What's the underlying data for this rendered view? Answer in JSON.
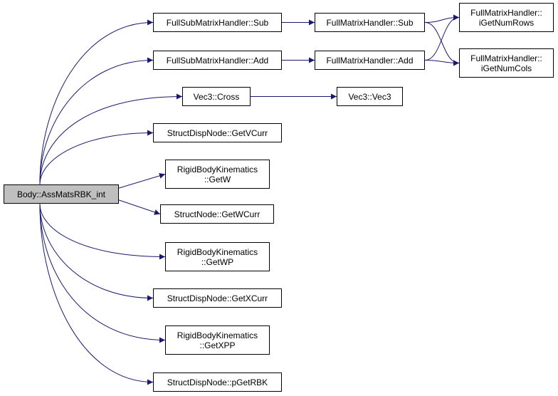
{
  "colors": {
    "edge": "#191970",
    "root_fill": "#bfbfbf",
    "node_fill": "#ffffff",
    "border": "#000000"
  },
  "nodes": {
    "root": {
      "lines": [
        "Body::AssMatsRBK_int"
      ]
    },
    "fsub_sub": {
      "lines": [
        "FullSubMatrixHandler::Sub"
      ]
    },
    "fsub_add": {
      "lines": [
        "FullSubMatrixHandler::Add"
      ]
    },
    "vec3_cross": {
      "lines": [
        "Vec3::Cross"
      ]
    },
    "getvcurr": {
      "lines": [
        "StructDispNode::GetVCurr"
      ]
    },
    "rbk_getw": {
      "lines": [
        "RigidBodyKinematics",
        "::GetW"
      ]
    },
    "getwcurr": {
      "lines": [
        "StructNode::GetWCurr"
      ]
    },
    "rbk_getwp": {
      "lines": [
        "RigidBodyKinematics",
        "::GetWP"
      ]
    },
    "getxcurr": {
      "lines": [
        "StructDispNode::GetXCurr"
      ]
    },
    "rbk_getxpp": {
      "lines": [
        "RigidBodyKinematics",
        "::GetXPP"
      ]
    },
    "pgetrbk": {
      "lines": [
        "StructDispNode::pGetRBK"
      ]
    },
    "fm_sub": {
      "lines": [
        "FullMatrixHandler::Sub"
      ]
    },
    "fm_add": {
      "lines": [
        "FullMatrixHandler::Add"
      ]
    },
    "vec3_vec3": {
      "lines": [
        "Vec3::Vec3"
      ]
    },
    "fm_rows": {
      "lines": [
        "FullMatrixHandler::",
        "iGetNumRows"
      ]
    },
    "fm_cols": {
      "lines": [
        "FullMatrixHandler::",
        "iGetNumCols"
      ]
    }
  },
  "edges": [
    [
      "root",
      "fsub_sub"
    ],
    [
      "root",
      "fsub_add"
    ],
    [
      "root",
      "vec3_cross"
    ],
    [
      "root",
      "getvcurr"
    ],
    [
      "root",
      "rbk_getw"
    ],
    [
      "root",
      "getwcurr"
    ],
    [
      "root",
      "rbk_getwp"
    ],
    [
      "root",
      "getxcurr"
    ],
    [
      "root",
      "rbk_getxpp"
    ],
    [
      "root",
      "pgetrbk"
    ],
    [
      "fsub_sub",
      "fm_sub"
    ],
    [
      "fsub_add",
      "fm_add"
    ],
    [
      "vec3_cross",
      "vec3_vec3"
    ],
    [
      "fm_sub",
      "fm_rows"
    ],
    [
      "fm_sub",
      "fm_cols"
    ],
    [
      "fm_add",
      "fm_rows"
    ],
    [
      "fm_add",
      "fm_cols"
    ]
  ]
}
